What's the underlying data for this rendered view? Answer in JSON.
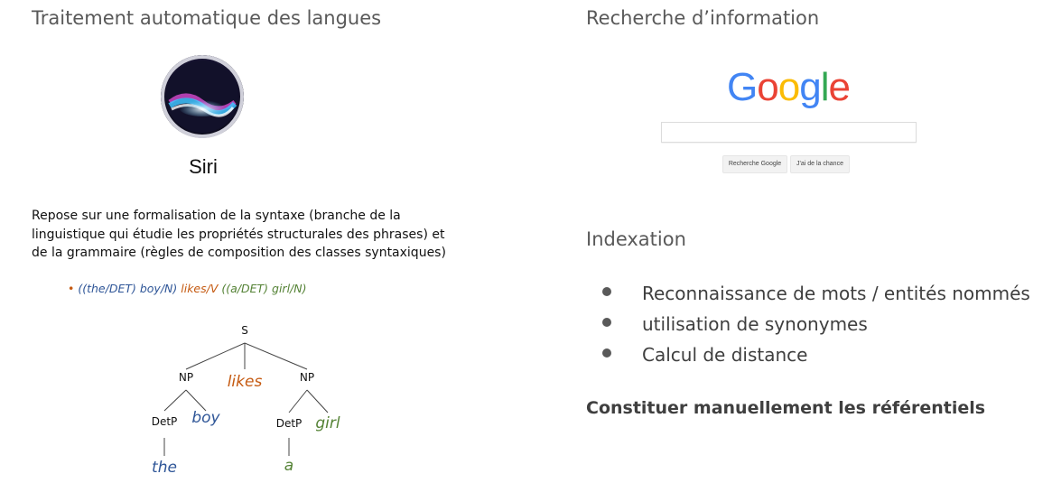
{
  "left": {
    "title": "Traitement automatique des langues",
    "siri": {
      "label": "Siri"
    },
    "paragraph": "Repose sur une formalisation de la syntaxe (branche de la linguistique qui étudie les propriétés structurales des phrases) et de la grammaire (règles de composition des classes syntaxiques)",
    "bullet": {
      "marker": "•",
      "part1": "((the/DET) boy/N)",
      "part2": "likes/V",
      "part3": "((a/DET) girl/N)"
    },
    "tree": {
      "root": "S",
      "np_left": "NP",
      "verb": "likes",
      "np_right": "NP",
      "detp_left": "DetP",
      "noun_left": "boy",
      "detp_right": "DetP",
      "noun_right": "girl",
      "det_left": "the",
      "det_right": "a"
    }
  },
  "right": {
    "title": "Recherche d’information",
    "google": {
      "logo_letters": [
        "G",
        "o",
        "o",
        "g",
        "l",
        "e"
      ],
      "logo_colors": [
        "#4285f4",
        "#ea4335",
        "#fbbc05",
        "#4285f4",
        "#34a853",
        "#ea4335"
      ],
      "search_value": "",
      "button_search": "Recherche Google",
      "button_lucky": "J'ai de la chance"
    },
    "indexation_title": "Indexation",
    "items": [
      "Reconnaissance de mots / entités nommés",
      "utilisation de synonymes",
      "Calcul de distance"
    ],
    "footer": "Constituer manuellement les référentiels"
  }
}
